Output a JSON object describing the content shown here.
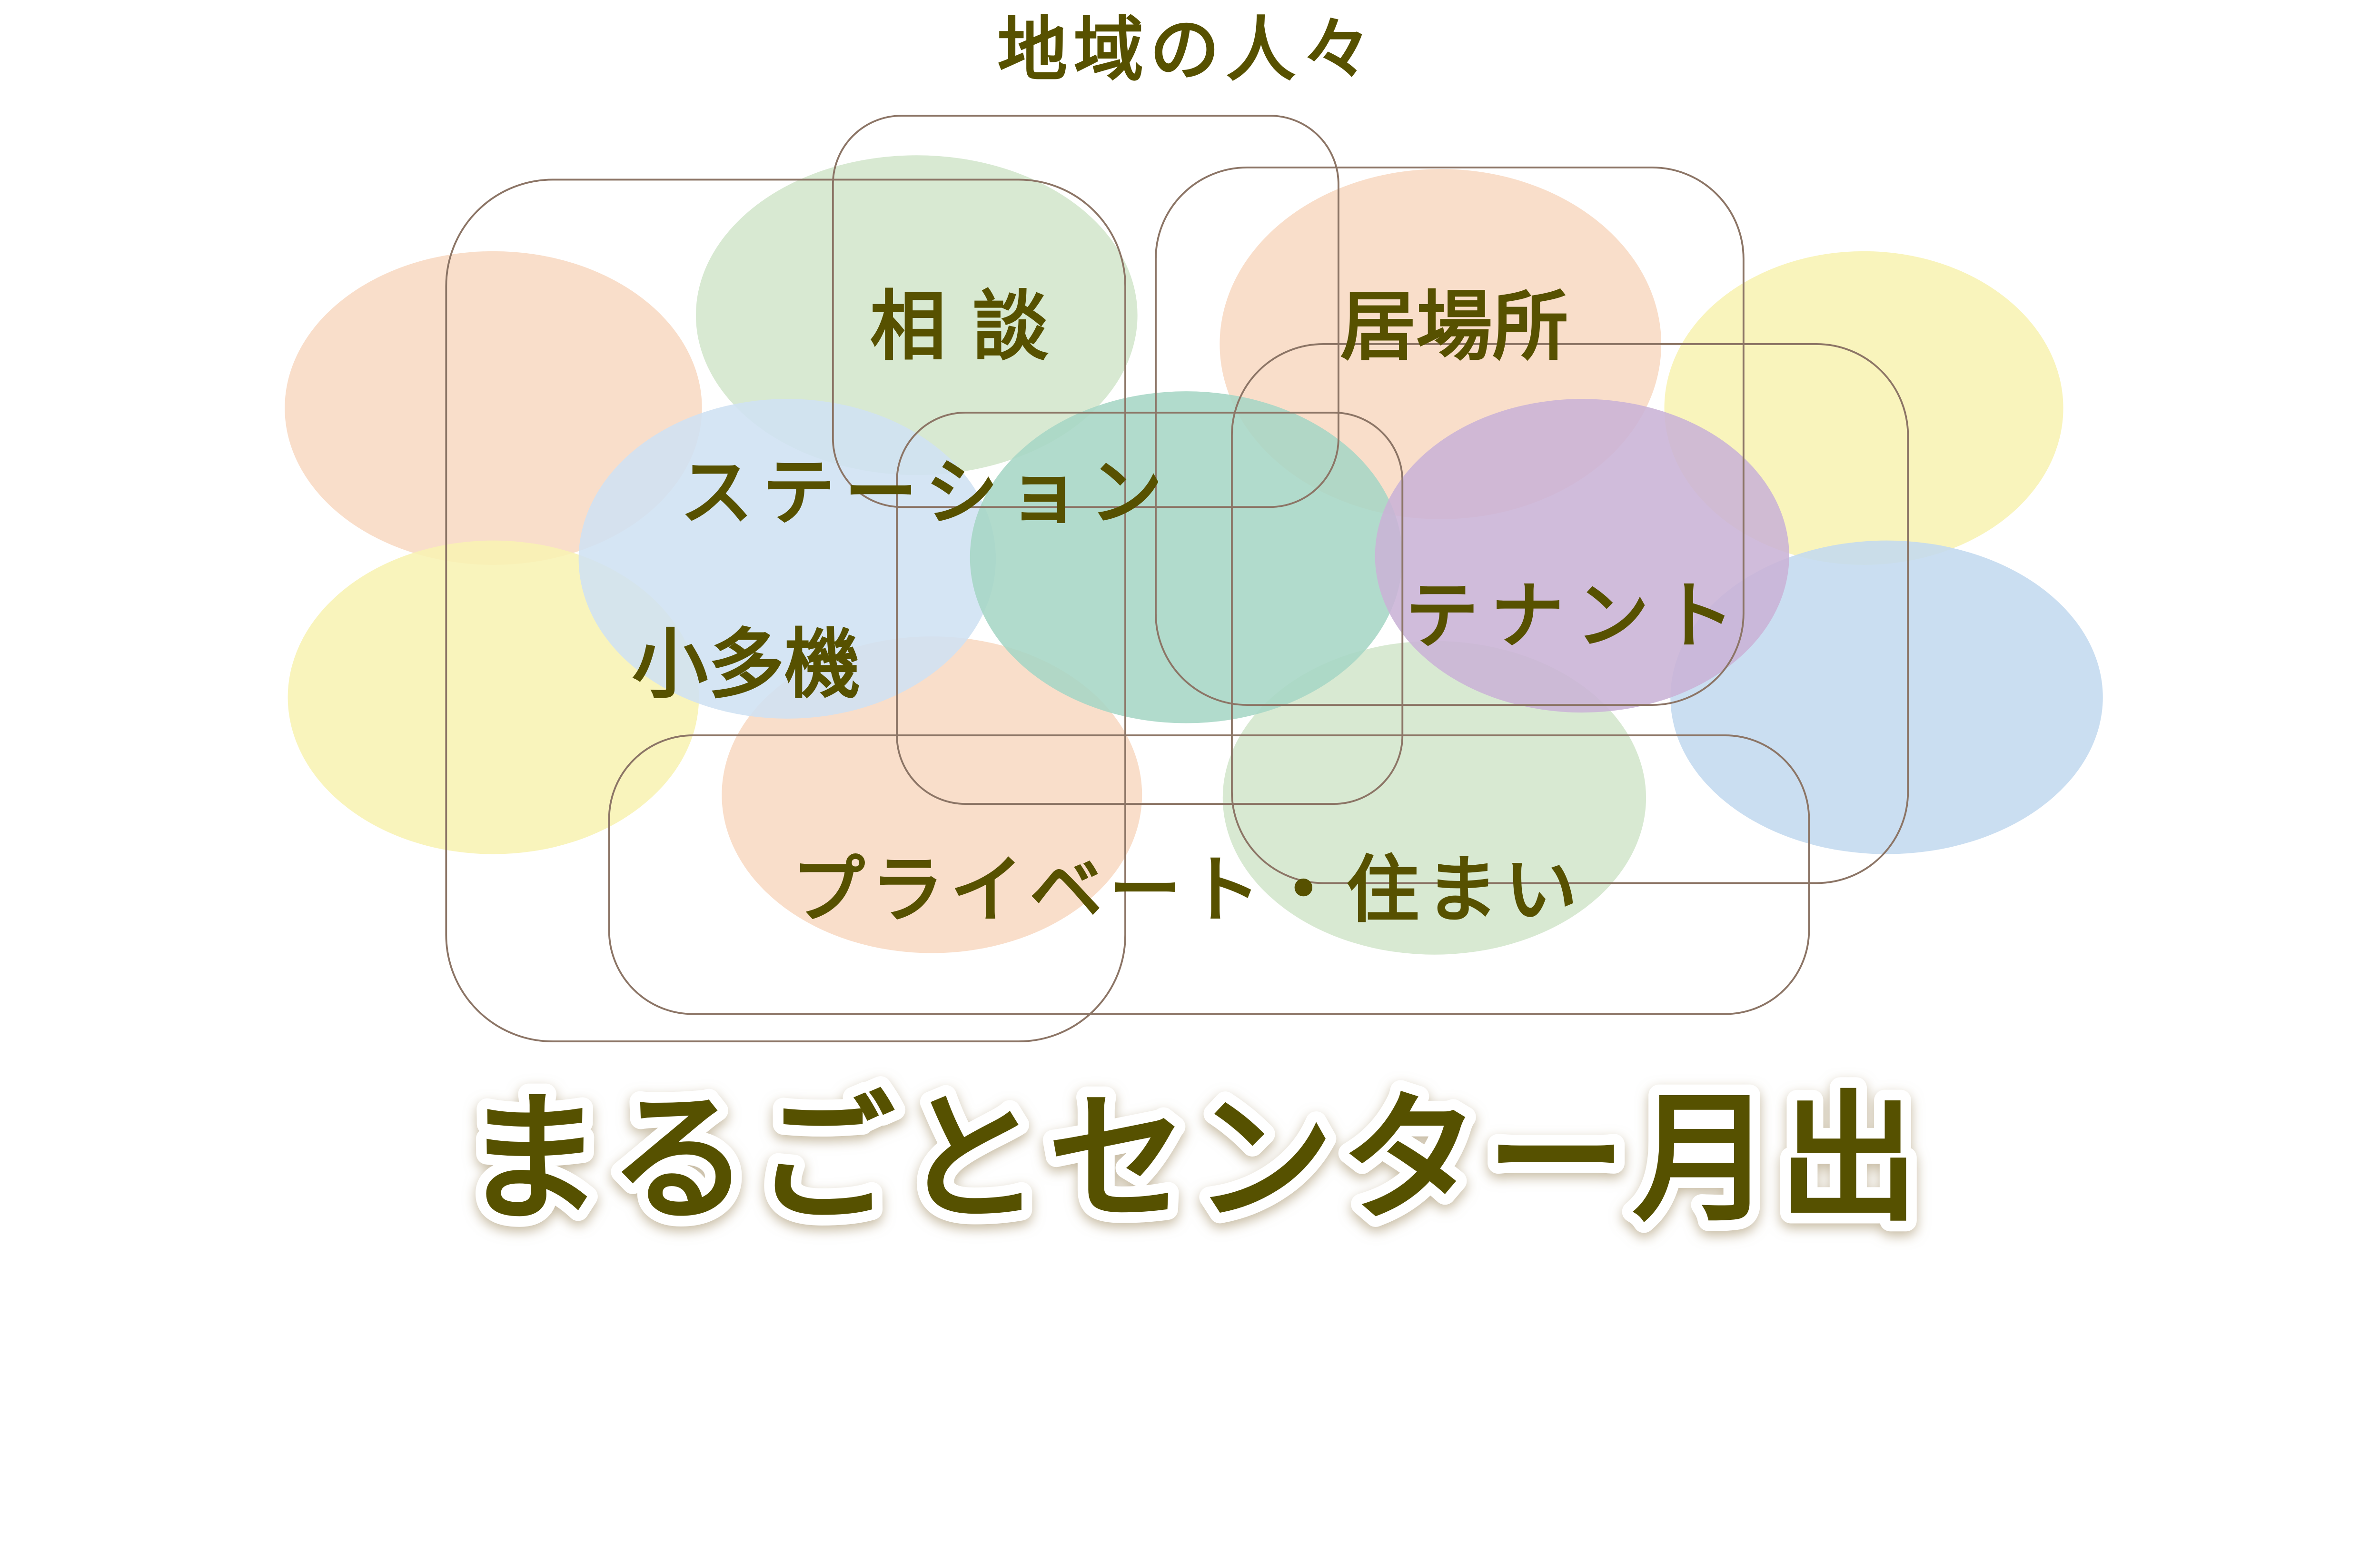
{
  "title": "まるごとセンター月出",
  "top_label": "地域の人々",
  "labels": {
    "soudan": "相 談",
    "ibasho": "居場所",
    "station": "ステーション",
    "shotaki": "小多機",
    "tenant": "テナント",
    "private": "プライベート・住まい"
  },
  "colors": {
    "text": "#575100",
    "peach": "#f8d9c3",
    "green": "#d3e6cc",
    "yellow": "#f8f3b3",
    "blue": "#cfe1f2",
    "teal": "#a6d6c5",
    "purple": "#c9b3d6",
    "blue_dark": "#c3daef",
    "frame": "#8c7566"
  }
}
